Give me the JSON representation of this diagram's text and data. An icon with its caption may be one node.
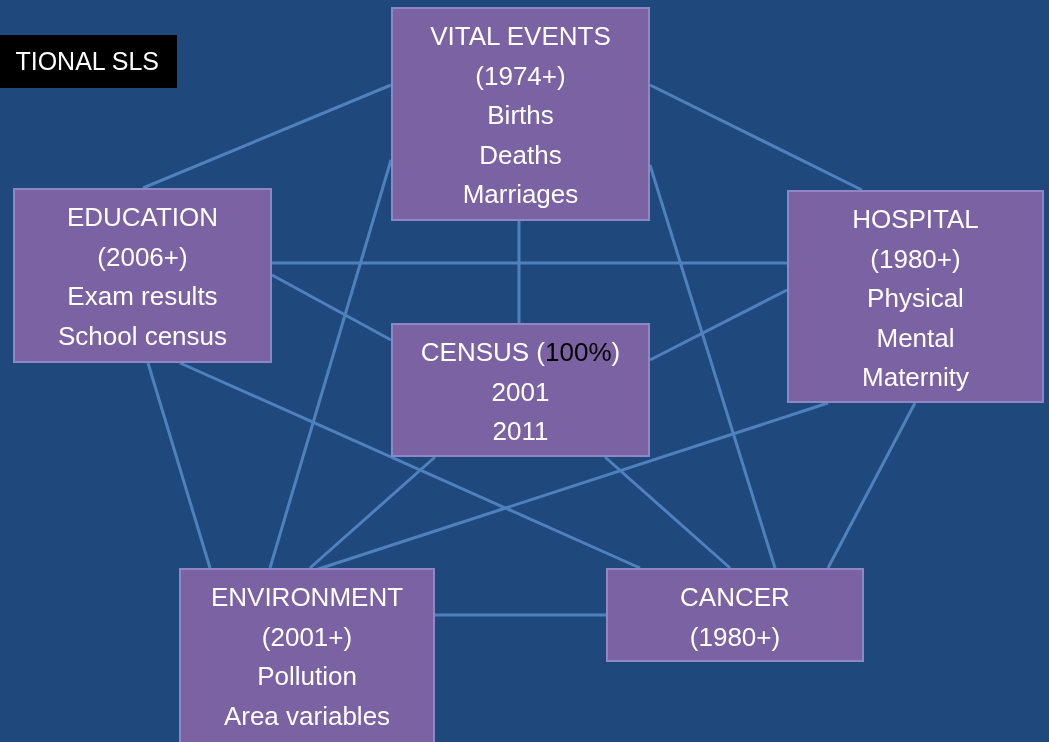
{
  "diagram": {
    "title": "TIONAL SLS",
    "nodes": [
      {
        "text": [
          "VITAL EVENTS",
          "(1974+)",
          "Births",
          "Deaths",
          "Marriages"
        ]
      },
      {
        "text": [
          "EDUCATION",
          "(2006+)",
          "Exam results",
          "School census"
        ]
      },
      {
        "text": [
          "HOSPITAL",
          "(1980+)",
          "Physical",
          "Mental",
          "Maternity"
        ]
      },
      {
        "text": [
          "CENSUS (**100%**)",
          "2001",
          "2011"
        ]
      },
      {
        "text": [
          "ENVIRONMENT",
          "(2001+)",
          "Pollution",
          "Area variables"
        ]
      },
      {
        "text": [
          "CANCER",
          "(1980+)"
        ]
      }
    ],
    "edges": [
      {
        "from": 0,
        "to": 1,
        "arrow": "none"
      },
      {
        "from": 0,
        "to": 2,
        "arrow": "none"
      },
      {
        "from": 0,
        "to": 3,
        "arrow": "none"
      },
      {
        "from": 0,
        "to": 4,
        "arrow": "none"
      },
      {
        "from": 0,
        "to": 5,
        "arrow": "none"
      },
      {
        "from": 1,
        "to": 2,
        "arrow": "none"
      },
      {
        "from": 1,
        "to": 3,
        "arrow": "none"
      },
      {
        "from": 1,
        "to": 4,
        "arrow": "none"
      },
      {
        "from": 1,
        "to": 5,
        "arrow": "none"
      },
      {
        "from": 2,
        "to": 3,
        "arrow": "none"
      },
      {
        "from": 2,
        "to": 4,
        "arrow": "none"
      },
      {
        "from": 2,
        "to": 5,
        "arrow": "none"
      },
      {
        "from": 3,
        "to": 4,
        "arrow": "none"
      },
      {
        "from": 3,
        "to": 5,
        "arrow": "none"
      },
      {
        "from": 4,
        "to": 5,
        "arrow": "none"
      }
    ]
  }
}
